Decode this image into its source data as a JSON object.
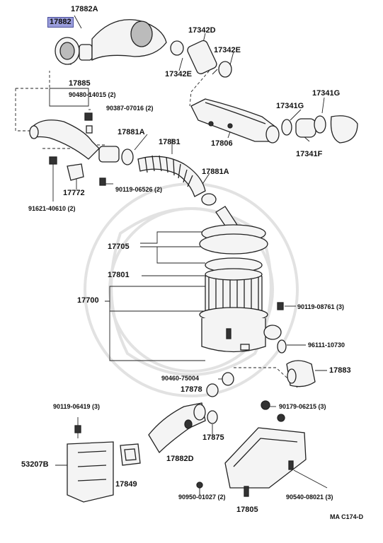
{
  "diagram_code": "MA C174-D",
  "labels": {
    "p17882": "17882",
    "p17882A": "17882A",
    "p17342D": "17342D",
    "p17342E_top": "17342E",
    "p17342E_bottom": "17342E",
    "p17341G_top": "17341G",
    "p17341G_mid": "17341G",
    "p17806": "17806",
    "p17341F": "17341F",
    "p17885": "17885",
    "p90480": "90480-14015 (2)",
    "p90387": "90387-07016 (2)",
    "p17881A_top": "17881A",
    "p17881": "17881",
    "p17881A_right": "17881A",
    "p17772": "17772",
    "p90119_06526": "90119-06526 (2)",
    "p91621": "91621-40610 (2)",
    "p17705": "17705",
    "p17801": "17801",
    "p17700": "17700",
    "p90119_08761": "90119-08761 (3)",
    "p96111": "96111-10730",
    "p17883": "17883",
    "p90460": "90460-75004",
    "p17878": "17878",
    "p90119_06419": "90119-06419 (3)",
    "p90179": "90179-06215 (3)",
    "p53207B": "53207B",
    "p17875": "17875",
    "p17849": "17849",
    "p17882D": "17882D",
    "p90950": "90950-01027 (2)",
    "p90540": "90540-08021 (3)",
    "p17805": "17805"
  },
  "colors": {
    "highlight": "#9a9ddc",
    "line": "#222222",
    "watermark": "#e2e2e2"
  }
}
